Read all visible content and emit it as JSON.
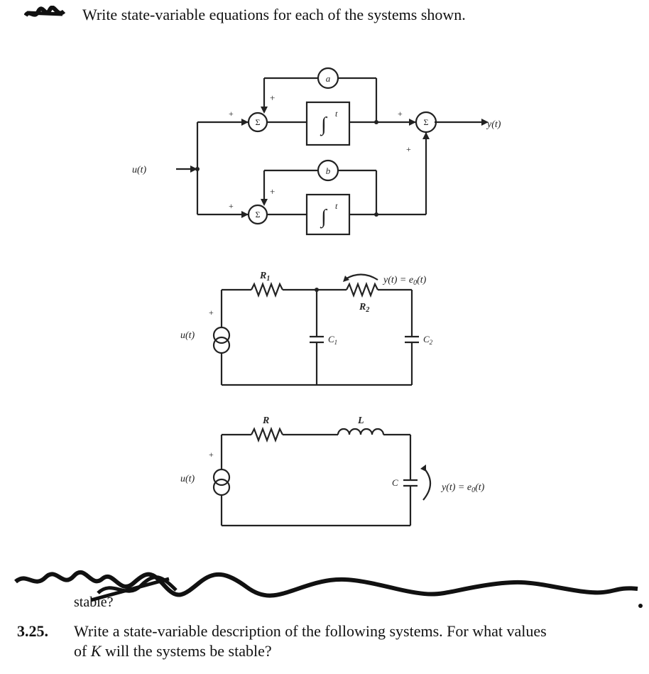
{
  "problem_prev": {
    "statement": "Write state-variable equations for each of the systems shown."
  },
  "diagram1": {
    "gain_a": "a",
    "gain_b": "b",
    "sum_symbol": "Σ",
    "plus": "+",
    "integrator": "∫",
    "integrator_limit": "t",
    "input_label": "u(t)",
    "output_label": "y(t)"
  },
  "circuit1": {
    "R1": "R",
    "R1_sub": "1",
    "R2": "R",
    "R2_sub": "2",
    "C1": "C",
    "C1_sub": "1",
    "C2": "C",
    "C2_sub": "2",
    "source_label": "u(t)",
    "plus": "+",
    "output_label": "y(t) = e",
    "output_sub": "0",
    "output_tail": "(t)"
  },
  "circuit2": {
    "R": "R",
    "L": "L",
    "C": "C",
    "source_label": "u(t)",
    "plus": "+",
    "output_label": "y(t) = e",
    "output_sub": "0",
    "output_tail": "(t)"
  },
  "scribbled": {
    "visible_fragment": "stable?"
  },
  "problem_325": {
    "number": "3.25.",
    "line1": "Write a state-variable description of the following systems. For what values",
    "line2_pre": "of ",
    "line2_var": "K",
    "line2_post": " will the systems be stable?"
  }
}
